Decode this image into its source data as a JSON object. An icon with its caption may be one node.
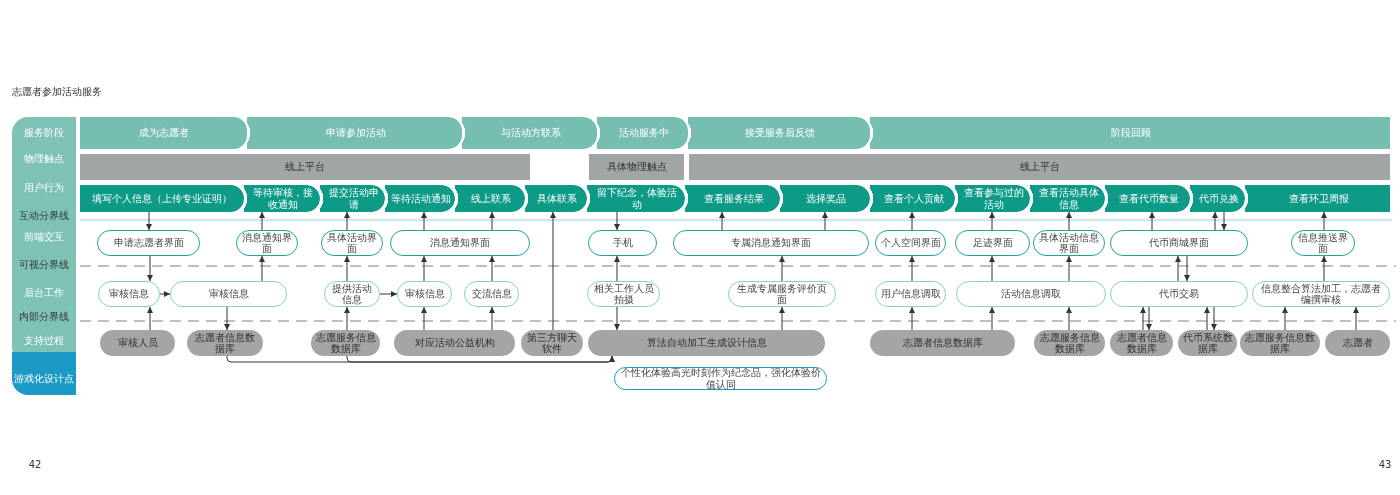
{
  "diagram": {
    "title": "志愿者参加活动服务",
    "nodes": [
      {
        "text": [
          "成为志愿者"
        ]
      },
      {
        "text": [
          "申请参加活动"
        ]
      },
      {
        "text": [
          "与活动方联系"
        ]
      },
      {
        "text": [
          "活动服务中"
        ]
      },
      {
        "text": [
          "接受服务后反馈"
        ]
      },
      {
        "text": [
          "阶段回顾"
        ]
      },
      {
        "text": [
          "线上平台"
        ]
      },
      {
        "text": [
          "具体物理触点"
        ]
      },
      {
        "text": [
          "线上平台"
        ]
      },
      {
        "text": [
          "填写个人信息（上传专业证明）"
        ]
      },
      {
        "text": [
          "等待审核，接收通知"
        ]
      },
      {
        "text": [
          "提交活动申请"
        ]
      },
      {
        "text": [
          "等待活动通知"
        ]
      },
      {
        "text": [
          "线上联系"
        ]
      },
      {
        "text": [
          "具体联系"
        ]
      },
      {
        "text": [
          "留下纪念，体验活动"
        ]
      },
      {
        "text": [
          "查看服务结果"
        ]
      },
      {
        "text": [
          "选择奖品"
        ]
      },
      {
        "text": [
          "查看个人贡献"
        ]
      },
      {
        "text": [
          "查看参与过的活动"
        ]
      },
      {
        "text": [
          "查看活动具体信息"
        ]
      },
      {
        "text": [
          "查看代币数量"
        ]
      },
      {
        "text": [
          "代币兑换"
        ]
      },
      {
        "text": [
          "查看环卫周报"
        ]
      },
      {
        "text": [
          "申请志愿者界面"
        ]
      },
      {
        "text": [
          "消息通知界面"
        ]
      },
      {
        "text": [
          "具体活动界面"
        ]
      },
      {
        "text": [
          "消息通知界面"
        ]
      },
      {
        "text": [
          "手机"
        ]
      },
      {
        "text": [
          "专属消息通知界面"
        ]
      },
      {
        "text": [
          "个人空间界面"
        ]
      },
      {
        "text": [
          "足迹界面"
        ]
      },
      {
        "text": [
          "具体活动信息界面"
        ]
      },
      {
        "text": [
          "代币商城界面"
        ]
      },
      {
        "text": [
          "信息推送界面"
        ]
      },
      {
        "text": [
          "审核信息"
        ]
      },
      {
        "text": [
          "审核信息"
        ]
      },
      {
        "text": [
          "提供活动信息"
        ]
      },
      {
        "text": [
          "审核信息"
        ]
      },
      {
        "text": [
          "交流信息"
        ]
      },
      {
        "text": [
          "相关工作人员拍摄"
        ]
      },
      {
        "text": [
          "生成专属服务评价页面"
        ]
      },
      {
        "text": [
          "用户信息调取"
        ]
      },
      {
        "text": [
          "活动信息调取"
        ]
      },
      {
        "text": [
          "代币交易"
        ]
      },
      {
        "text": [
          "信息整合算法加工，志愿者编撰审核"
        ]
      },
      {
        "text": [
          "审核人员"
        ]
      },
      {
        "text": [
          "志愿者信息数据库"
        ]
      },
      {
        "text": [
          "志愿服务信息数据库"
        ]
      },
      {
        "text": [
          "对应活动公益机构"
        ]
      },
      {
        "text": [
          "第三方聊天软件"
        ]
      },
      {
        "text": [
          "算法自动加工生成设计信息"
        ]
      },
      {
        "text": [
          "志愿者信息数据库"
        ]
      },
      {
        "text": [
          "志愿服务信息数据库"
        ]
      },
      {
        "text": [
          "志愿者信息数据库"
        ]
      },
      {
        "text": [
          "代币系统数据库"
        ]
      },
      {
        "text": [
          "志愿服务信息数据库"
        ]
      },
      {
        "text": [
          "志愿者"
        ]
      },
      {
        "text": [
          "个性化体验高光时刻作为纪念品，强化体验价值认同"
        ]
      }
    ],
    "edges": [
      {
        "from": 9,
        "to": 24,
        "arrow": "to"
      },
      {
        "from": 24,
        "to": 35,
        "arrow": "to"
      },
      {
        "from": 46,
        "to": 35,
        "arrow": "to"
      },
      {
        "from": 35,
        "to": 36,
        "arrow": "to"
      },
      {
        "from": 36,
        "to": 47,
        "arrow": "to"
      },
      {
        "from": 36,
        "to": 25,
        "arrow": "to"
      },
      {
        "from": 25,
        "to": 10,
        "arrow": "to"
      },
      {
        "from": 26,
        "to": 11,
        "arrow": "to"
      },
      {
        "from": 37,
        "to": 26,
        "arrow": "to"
      },
      {
        "from": 48,
        "to": 37,
        "arrow": "to"
      },
      {
        "from": 37,
        "to": 38,
        "arrow": "to"
      },
      {
        "from": 38,
        "to": 27,
        "arrow": "to"
      },
      {
        "from": 49,
        "to": 38,
        "arrow": "to"
      },
      {
        "from": 27,
        "to": 12,
        "arrow": "to"
      },
      {
        "from": 39,
        "to": 27,
        "arrow": "to"
      },
      {
        "from": 49,
        "to": 39,
        "arrow": "to"
      },
      {
        "from": 27,
        "to": 13,
        "arrow": "to"
      },
      {
        "from": 50,
        "to": 14,
        "arrow": "to"
      },
      {
        "from": 15,
        "to": 28,
        "arrow": "to"
      },
      {
        "from": 40,
        "to": 28,
        "arrow": "to"
      },
      {
        "from": 40,
        "to": 51,
        "arrow": "to"
      },
      {
        "from": 41,
        "to": 29,
        "arrow": "to"
      },
      {
        "from": 51,
        "to": 41,
        "arrow": "to"
      },
      {
        "from": 29,
        "to": 16,
        "arrow": "to"
      },
      {
        "from": 29,
        "to": 17,
        "arrow": "to"
      },
      {
        "from": 30,
        "to": 18,
        "arrow": "to"
      },
      {
        "from": 42,
        "to": 30,
        "arrow": "to"
      },
      {
        "from": 52,
        "to": 42,
        "arrow": "to"
      },
      {
        "from": 31,
        "to": 19,
        "arrow": "to"
      },
      {
        "from": 43,
        "to": 31,
        "arrow": "to"
      },
      {
        "from": 52,
        "to": 43,
        "arrow": "to"
      },
      {
        "from": 53,
        "to": 43,
        "arrow": "to"
      },
      {
        "from": 43,
        "to": 32,
        "arrow": "to"
      },
      {
        "from": 32,
        "to": 20,
        "arrow": "to"
      },
      {
        "from": 33,
        "to": 21,
        "arrow": "to"
      },
      {
        "from": 33,
        "to": 22,
        "arrow": "to"
      },
      {
        "from": 22,
        "to": 33,
        "arrow": "to"
      },
      {
        "from": 44,
        "to": 33,
        "arrow": "to"
      },
      {
        "from": 33,
        "to": 44,
        "arrow": "to"
      },
      {
        "from": 54,
        "to": 44,
        "arrow": "to"
      },
      {
        "from": 44,
        "to": 54,
        "arrow": "to"
      },
      {
        "from": 55,
        "to": 44,
        "arrow": "to"
      },
      {
        "from": 44,
        "to": 55,
        "arrow": "to"
      },
      {
        "from": 34,
        "to": 23,
        "arrow": "to"
      },
      {
        "from": 45,
        "to": 34,
        "arrow": "to"
      },
      {
        "from": 56,
        "to": 45,
        "arrow": "to"
      },
      {
        "from": 57,
        "to": 45,
        "arrow": "to"
      },
      {
        "from": 47,
        "to": 51,
        "arrow": "to"
      },
      {
        "from": 48,
        "to": 51,
        "arrow": "to"
      }
    ],
    "labels": [
      "服务阶段",
      "物理触点",
      "用户行为",
      "互动分界线",
      "前端交互",
      "可视分界线",
      "后台工作",
      "内部分界线",
      "支持过程",
      "游戏化设计点",
      "42",
      "43"
    ]
  }
}
